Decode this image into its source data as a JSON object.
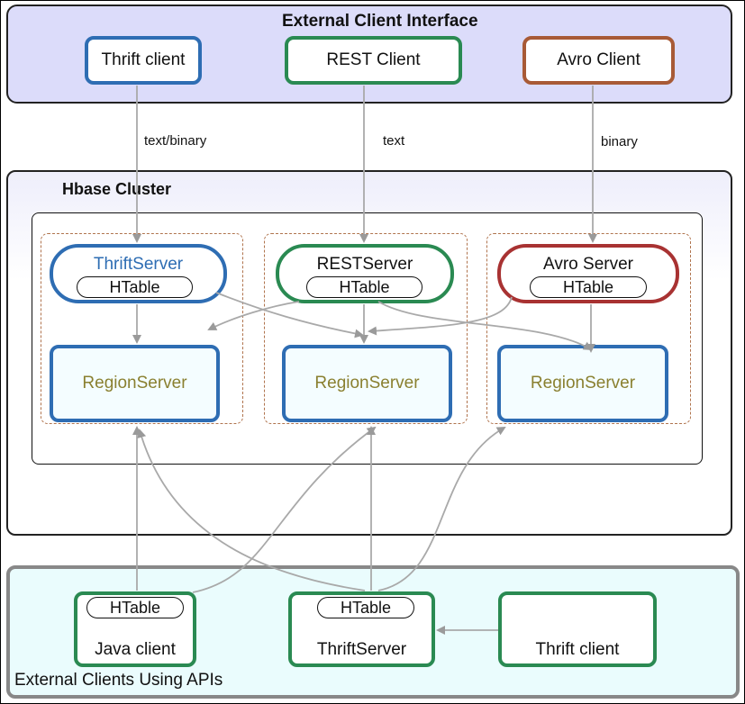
{
  "external_interface": {
    "title": "External Client Interface",
    "clients": [
      "Thrift client",
      "REST Client",
      "Avro Client"
    ]
  },
  "edge_labels": [
    "text/binary",
    "text",
    "binary"
  ],
  "cluster": {
    "title": "Hbase Cluster",
    "servers": [
      "ThriftServer",
      "RESTServer",
      "Avro Server"
    ],
    "htable": "HTable",
    "region_server": "RegionServer"
  },
  "external_clients": {
    "title": "External Clients Using APIs",
    "htable": "HTable",
    "java_client": "Java client",
    "thrift_server": "ThriftServer",
    "thrift_client": "Thrift client"
  },
  "colors": {
    "blue": "#2e6db3",
    "green": "#2a8a52",
    "brown": "#a85a36",
    "red": "#a83232",
    "region_text": "#8a8030",
    "arrow": "#a9a9a9"
  }
}
